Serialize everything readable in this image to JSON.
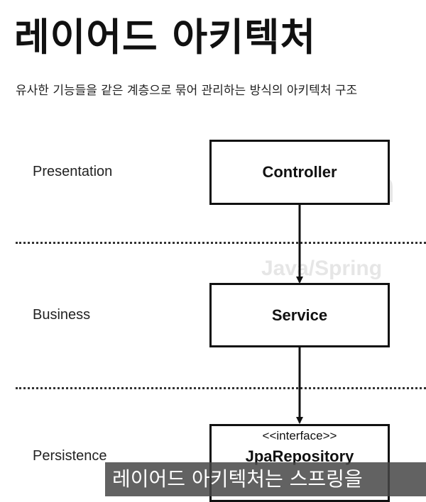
{
  "title": "레이어드 아키텍처",
  "subtitle": "유사한 기능들을 같은 계층으로 묶어 관리하는 방식의 아키텍처 구조",
  "layers": {
    "presentation": "Presentation",
    "business": "Business",
    "persistence": "Persistence"
  },
  "components": {
    "controller": "Controller",
    "service": "Service",
    "repository_stereotype": "<<interface>>",
    "repository": "JpaRepository"
  },
  "watermark": {
    "logo_text": "in",
    "course_text": "Java/Spring"
  },
  "caption": "레이어드 아키텍처는 스프링을"
}
